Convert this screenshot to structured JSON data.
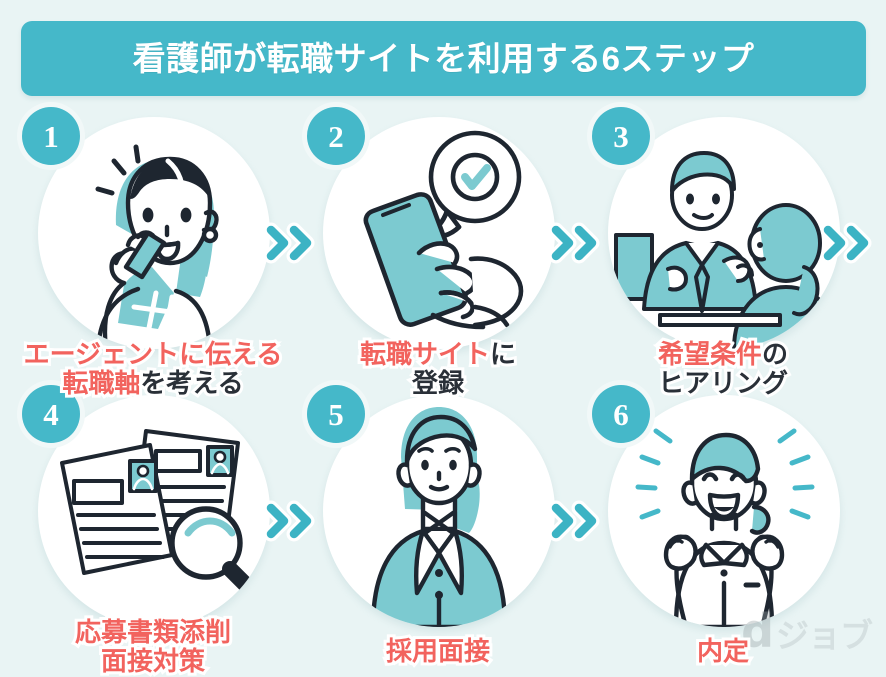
{
  "header": {
    "title": "看護師が転職サイトを利用する6ステップ",
    "background_color": "#45b8c9",
    "text_color": "#ffffff"
  },
  "theme": {
    "page_background": "#e9f4f4",
    "accent_teal": "#45b8c9",
    "illustration_teal": "#7ccad0",
    "highlight_red": "#f2635e",
    "dark_text": "#2a3038",
    "disc_white": "#ffffff"
  },
  "steps": [
    {
      "number": "1",
      "icon": "woman-on-phone-icon",
      "caption_lines": [
        [
          {
            "text": "エージェントに伝える",
            "style": "hi"
          }
        ],
        [
          {
            "text": "転職軸",
            "style": "hi"
          },
          {
            "text": "を考える",
            "style": "dk"
          }
        ]
      ],
      "caption_plain": "エージェントに伝える転職軸を考える"
    },
    {
      "number": "2",
      "icon": "hand-smartphone-check-icon",
      "caption_lines": [
        [
          {
            "text": "転職サイト",
            "style": "hi"
          },
          {
            "text": "に",
            "style": "dk"
          }
        ],
        [
          {
            "text": "登録",
            "style": "dk"
          }
        ]
      ],
      "caption_plain": "転職サイトに登録"
    },
    {
      "number": "3",
      "icon": "consultation-interview-icon",
      "caption_lines": [
        [
          {
            "text": "希望条件",
            "style": "hi"
          },
          {
            "text": "の",
            "style": "dk"
          }
        ],
        [
          {
            "text": "ヒアリング",
            "style": "dk"
          }
        ]
      ],
      "caption_plain": "希望条件のヒアリング"
    },
    {
      "number": "4",
      "icon": "resume-documents-magnifier-icon",
      "caption_lines": [
        [
          {
            "text": "応募書類添削",
            "style": "hi"
          }
        ],
        [
          {
            "text": "面接対策",
            "style": "hi"
          }
        ]
      ],
      "caption_plain": "応募書類添削 面接対策"
    },
    {
      "number": "5",
      "icon": "woman-in-suit-icon",
      "caption_lines": [
        [
          {
            "text": "採用面接",
            "style": "hi"
          }
        ]
      ],
      "caption_plain": "採用面接"
    },
    {
      "number": "6",
      "icon": "happy-nurse-icon",
      "caption_lines": [
        [
          {
            "text": "内定",
            "style": "hi"
          }
        ]
      ],
      "caption_plain": "内定"
    }
  ],
  "arrows": {
    "icon": "double-chevron-right-icon",
    "count": 5,
    "color": "#45b8c9"
  },
  "logo": {
    "mark": "d",
    "word": "ジョブ",
    "full": "dジョブ"
  }
}
